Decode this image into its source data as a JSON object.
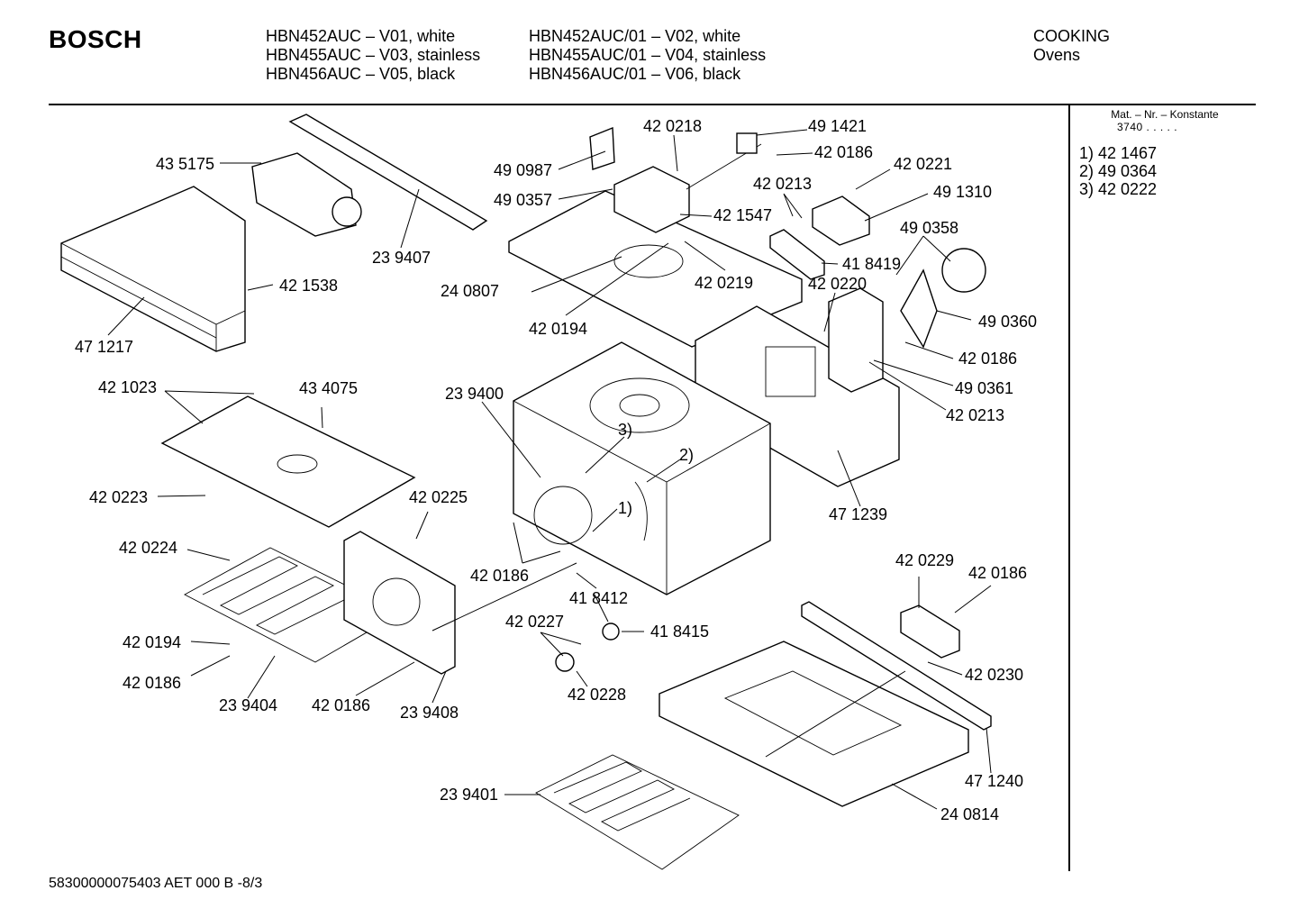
{
  "header": {
    "brand": "BOSCH",
    "models_a": [
      "HBN452AUC – V01, white",
      "HBN455AUC – V03, stainless",
      "HBN456AUC – V05, black"
    ],
    "models_b": [
      "HBN452AUC/01 – V02, white",
      "HBN455AUC/01 – V04, stainless",
      "HBN456AUC/01 – V06, black"
    ],
    "category": "COOKING",
    "subcategory": "Ovens"
  },
  "side_panel": {
    "mat_header": "Mat. – Nr. – Konstante",
    "mat_value": "3740 . . . . .",
    "parts": [
      "1) 42 1467",
      "2) 49 0364",
      "3) 42 0222"
    ]
  },
  "footer": "58300000075403 AET 000 B -8/3",
  "callouts": [
    "43 5175",
    "23 9407",
    "42 1538",
    "47 1217",
    "42 1023",
    "43 4075",
    "42 0223",
    "42 0225",
    "42 0224",
    "42 0194",
    "42 0186",
    "23 9404",
    "42 0186",
    "23 9408",
    "49 0987",
    "49 0357",
    "42 0218",
    "49 1421",
    "42 0186",
    "42 0221",
    "42 0213",
    "42 1547",
    "49 1310",
    "49 0358",
    "42 0219",
    "41 8419",
    "24 0807",
    "42 0194",
    "42 0220",
    "49 0360",
    "42 0186",
    "49 0361",
    "42 0213",
    "23 9400",
    "3)",
    "2)",
    "1)",
    "42 0186",
    "41 8412",
    "47 1239",
    "42 0227",
    "41 8415",
    "42 0228",
    "42 0229",
    "42 0186",
    "42 0230",
    "47 1240",
    "24 0814",
    "23 9401"
  ]
}
